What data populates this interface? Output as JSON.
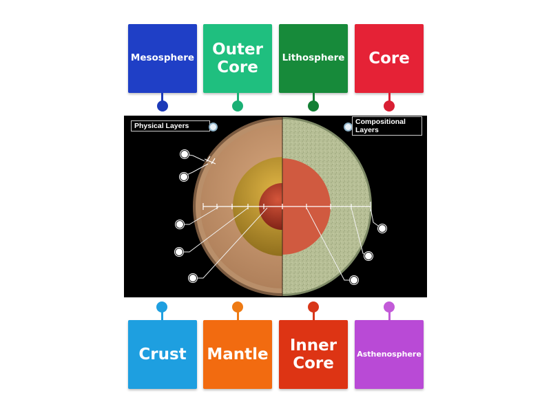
{
  "top_cards": [
    {
      "label": "Mesosphere",
      "color": "#1f3fc6",
      "dot": "#1c3ab8"
    },
    {
      "label": "Outer Core",
      "color": "#1fbf7f",
      "dot": "#1bb075"
    },
    {
      "label": "Lithosphere",
      "color": "#178a3a",
      "dot": "#137f34"
    },
    {
      "label": "Core",
      "color": "#e52236",
      "dot": "#d91f33"
    }
  ],
  "bottom_cards": [
    {
      "label": "Crust",
      "color": "#1e9fe0",
      "dot": "#1e9fe0"
    },
    {
      "label": "Mantle",
      "color": "#f26b10",
      "dot": "#ee7a14"
    },
    {
      "label": "Inner Core",
      "color": "#dd3414",
      "dot": "#d8371a"
    },
    {
      "label": "Asthenosphere",
      "color": "#b94ad6",
      "dot": "#c25ad8"
    }
  ],
  "diagram": {
    "physical_label": "Physical Layers",
    "compositional_label": "Compositional Layers"
  }
}
